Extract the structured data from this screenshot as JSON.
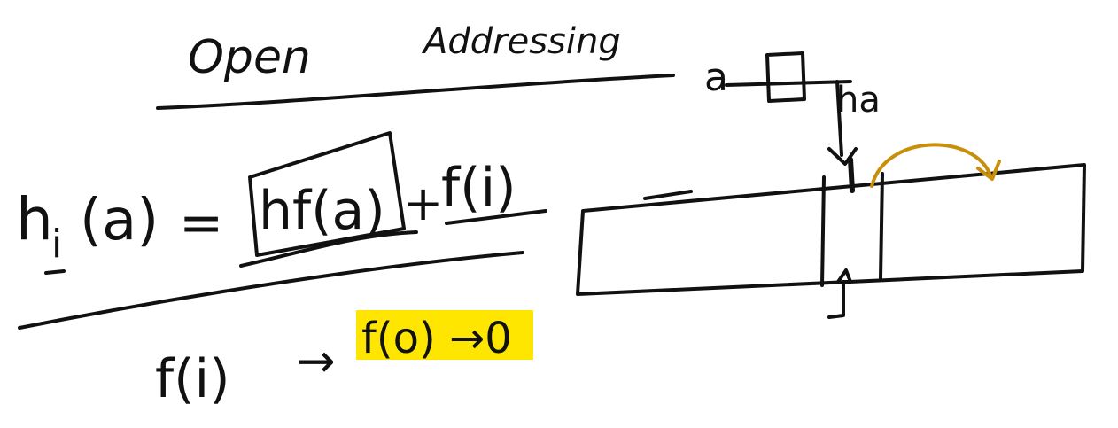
{
  "title": {
    "word1": "Open",
    "word2": "Addressing"
  },
  "formula": {
    "lhs": "h",
    "subscript": "i",
    "arg": "(a)",
    "equals": "=",
    "boxed": "hf(a)",
    "plus": "+",
    "term": "f(i)"
  },
  "note": {
    "lhs": "f(i)",
    "arrow": "→",
    "highlighted": "f(o) →0"
  },
  "diagram": {
    "key_label": "a",
    "hash_label": "ha"
  },
  "colors": {
    "ink": "#111111",
    "highlight": "#ffe600",
    "probe_arrow": "#c8900a"
  },
  "icons": {
    "probe": "curved-arrow-icon",
    "pointer": "arrow-down-icon"
  }
}
